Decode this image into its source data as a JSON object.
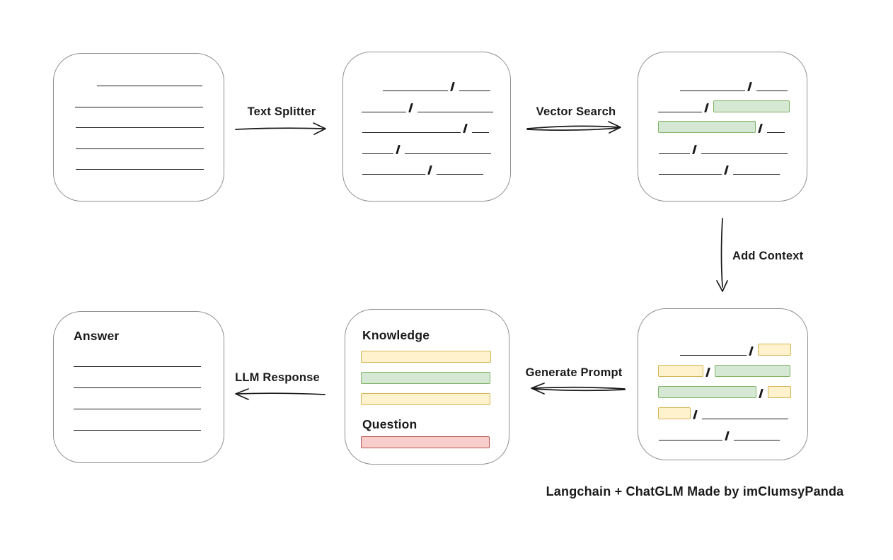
{
  "palette": {
    "ink": "#1a1a1a",
    "box_border": "#8f8f8f",
    "yellow_fill": "#fff2cc",
    "yellow_border": "#d6b656",
    "green_fill": "#d5e8d4",
    "green_border": "#82b366",
    "red_fill": "#f8cecc",
    "red_border": "#b85450"
  },
  "arrows": {
    "text_splitter": {
      "label": "Text Splitter",
      "direction": "right"
    },
    "vector_search": {
      "label": "Vector Search",
      "direction": "right"
    },
    "add_context": {
      "label": "Add Context",
      "direction": "down"
    },
    "generate_prompt": {
      "label": "Generate Prompt",
      "direction": "left"
    },
    "llm_response": {
      "label": "LLM Response",
      "direction": "left"
    }
  },
  "boxes": {
    "document": {
      "lines": [
        {
          "w": 149,
          "ind": 31
        },
        {
          "w": 181
        },
        {
          "w": 181,
          "ind": 1
        },
        {
          "w": 181,
          "ind": 1
        },
        {
          "w": 181,
          "ind": 1
        }
      ]
    },
    "split_chunks": {
      "rows": [
        [
          {
            "t": "line",
            "w": 92,
            "ind": 30
          },
          {
            "t": "slash"
          },
          {
            "t": "line",
            "w": 44
          }
        ],
        [
          {
            "t": "line",
            "w": 63
          },
          {
            "t": "slash"
          },
          {
            "t": "line",
            "w": 107
          }
        ],
        [
          {
            "t": "line",
            "w": 139,
            "ind": 1
          },
          {
            "t": "slash"
          },
          {
            "t": "line",
            "w": 24
          }
        ],
        [
          {
            "t": "line",
            "w": 44,
            "ind": 1
          },
          {
            "t": "slash"
          },
          {
            "t": "line",
            "w": 122
          }
        ],
        [
          {
            "t": "line",
            "w": 89,
            "ind": 1
          },
          {
            "t": "slash"
          },
          {
            "t": "line",
            "w": 66
          }
        ]
      ]
    },
    "vector_matches": {
      "rows": [
        [
          {
            "t": "line",
            "w": 92,
            "ind": 31
          },
          {
            "t": "slash"
          },
          {
            "t": "line",
            "w": 44
          }
        ],
        [
          {
            "t": "line",
            "w": 62
          },
          {
            "t": "slash"
          },
          {
            "t": "chip",
            "c": "green",
            "w": 108
          }
        ],
        [
          {
            "t": "chip",
            "c": "green",
            "w": 138
          },
          {
            "t": "slash"
          },
          {
            "t": "line",
            "w": 25
          }
        ],
        [
          {
            "t": "line",
            "w": 44,
            "ind": 1
          },
          {
            "t": "slash"
          },
          {
            "t": "line",
            "w": 122
          }
        ],
        [
          {
            "t": "line",
            "w": 89,
            "ind": 1
          },
          {
            "t": "slash"
          },
          {
            "t": "line",
            "w": 66
          }
        ]
      ]
    },
    "context_chunks": {
      "rows": [
        [
          {
            "t": "line",
            "w": 94,
            "ind": 31
          },
          {
            "t": "slash"
          },
          {
            "t": "chip",
            "c": "yellow",
            "w": 47
          }
        ],
        [
          {
            "t": "chip",
            "c": "yellow",
            "w": 64
          },
          {
            "t": "slash"
          },
          {
            "t": "chip",
            "c": "green",
            "w": 107
          }
        ],
        [
          {
            "t": "chip",
            "c": "green",
            "w": 139
          },
          {
            "t": "slash"
          },
          {
            "t": "chip",
            "c": "yellow",
            "w": 33
          }
        ],
        [
          {
            "t": "chip",
            "c": "yellow",
            "w": 46
          },
          {
            "t": "slash"
          },
          {
            "t": "line",
            "w": 122
          }
        ],
        [
          {
            "t": "line",
            "w": 90,
            "ind": 1
          },
          {
            "t": "slash"
          },
          {
            "t": "line",
            "w": 65
          }
        ]
      ]
    },
    "prompt": {
      "knowledge_label": "Knowledge",
      "question_label": "Question",
      "knowledge_chips": [
        {
          "c": "yellow",
          "w": 184
        },
        {
          "c": "green",
          "w": 183
        },
        {
          "c": "yellow",
          "w": 183
        }
      ],
      "question_chips": [
        {
          "c": "red",
          "w": 182
        }
      ]
    },
    "answer": {
      "label": "Answer",
      "lines": [
        {
          "w": 180
        },
        {
          "w": 180
        },
        {
          "w": 180
        },
        {
          "w": 180
        }
      ]
    }
  },
  "caption": "Langchain + ChatGLM Made by imClumsyPanda"
}
